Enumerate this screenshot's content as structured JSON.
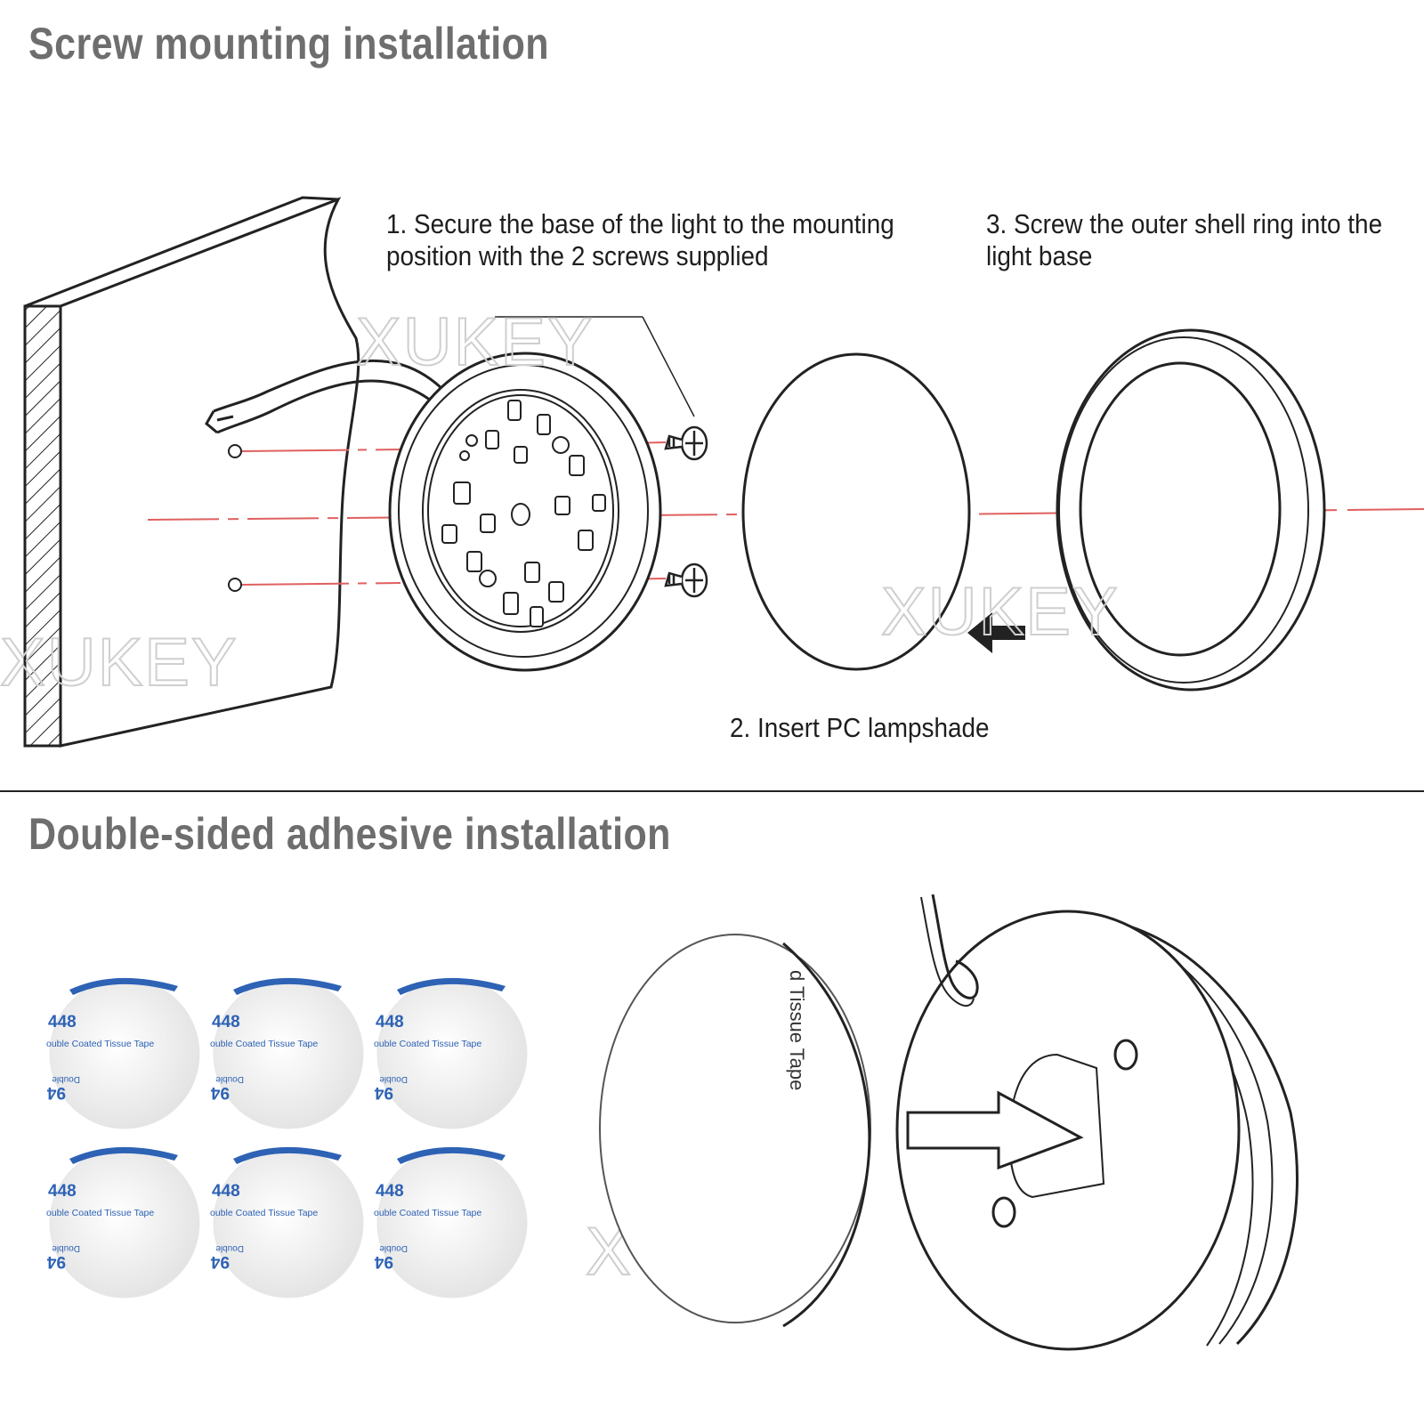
{
  "sections": {
    "screw": {
      "title": "Screw mounting installation",
      "step1": "1. Secure the base of the light to the mounting position with the 2 screws supplied",
      "step2": "2. Insert PC lampshade",
      "step3": "3. Screw the outer shell ring into the light base"
    },
    "adhesive": {
      "title": "Double-sided adhesive installation",
      "pad_number": "448",
      "pad_text": "ouble Coated Tissue Tape",
      "pad_mirrored_text": "Double",
      "pad_mirrored_number": "94",
      "pad_count": 6,
      "backing_text": "d Tissue Tape"
    }
  },
  "watermark": "XUKEY",
  "colors": {
    "heading": "#6e6e6e",
    "text": "#1e1e1e",
    "guide_line": "#e06060",
    "pad_print": "#2d62b5"
  },
  "icons": [
    "wall-panel",
    "cable",
    "light-base",
    "screw-icon",
    "lampshade",
    "outer-ring",
    "arrow-left-icon",
    "adhesive-pad",
    "arrow-right-icon"
  ]
}
